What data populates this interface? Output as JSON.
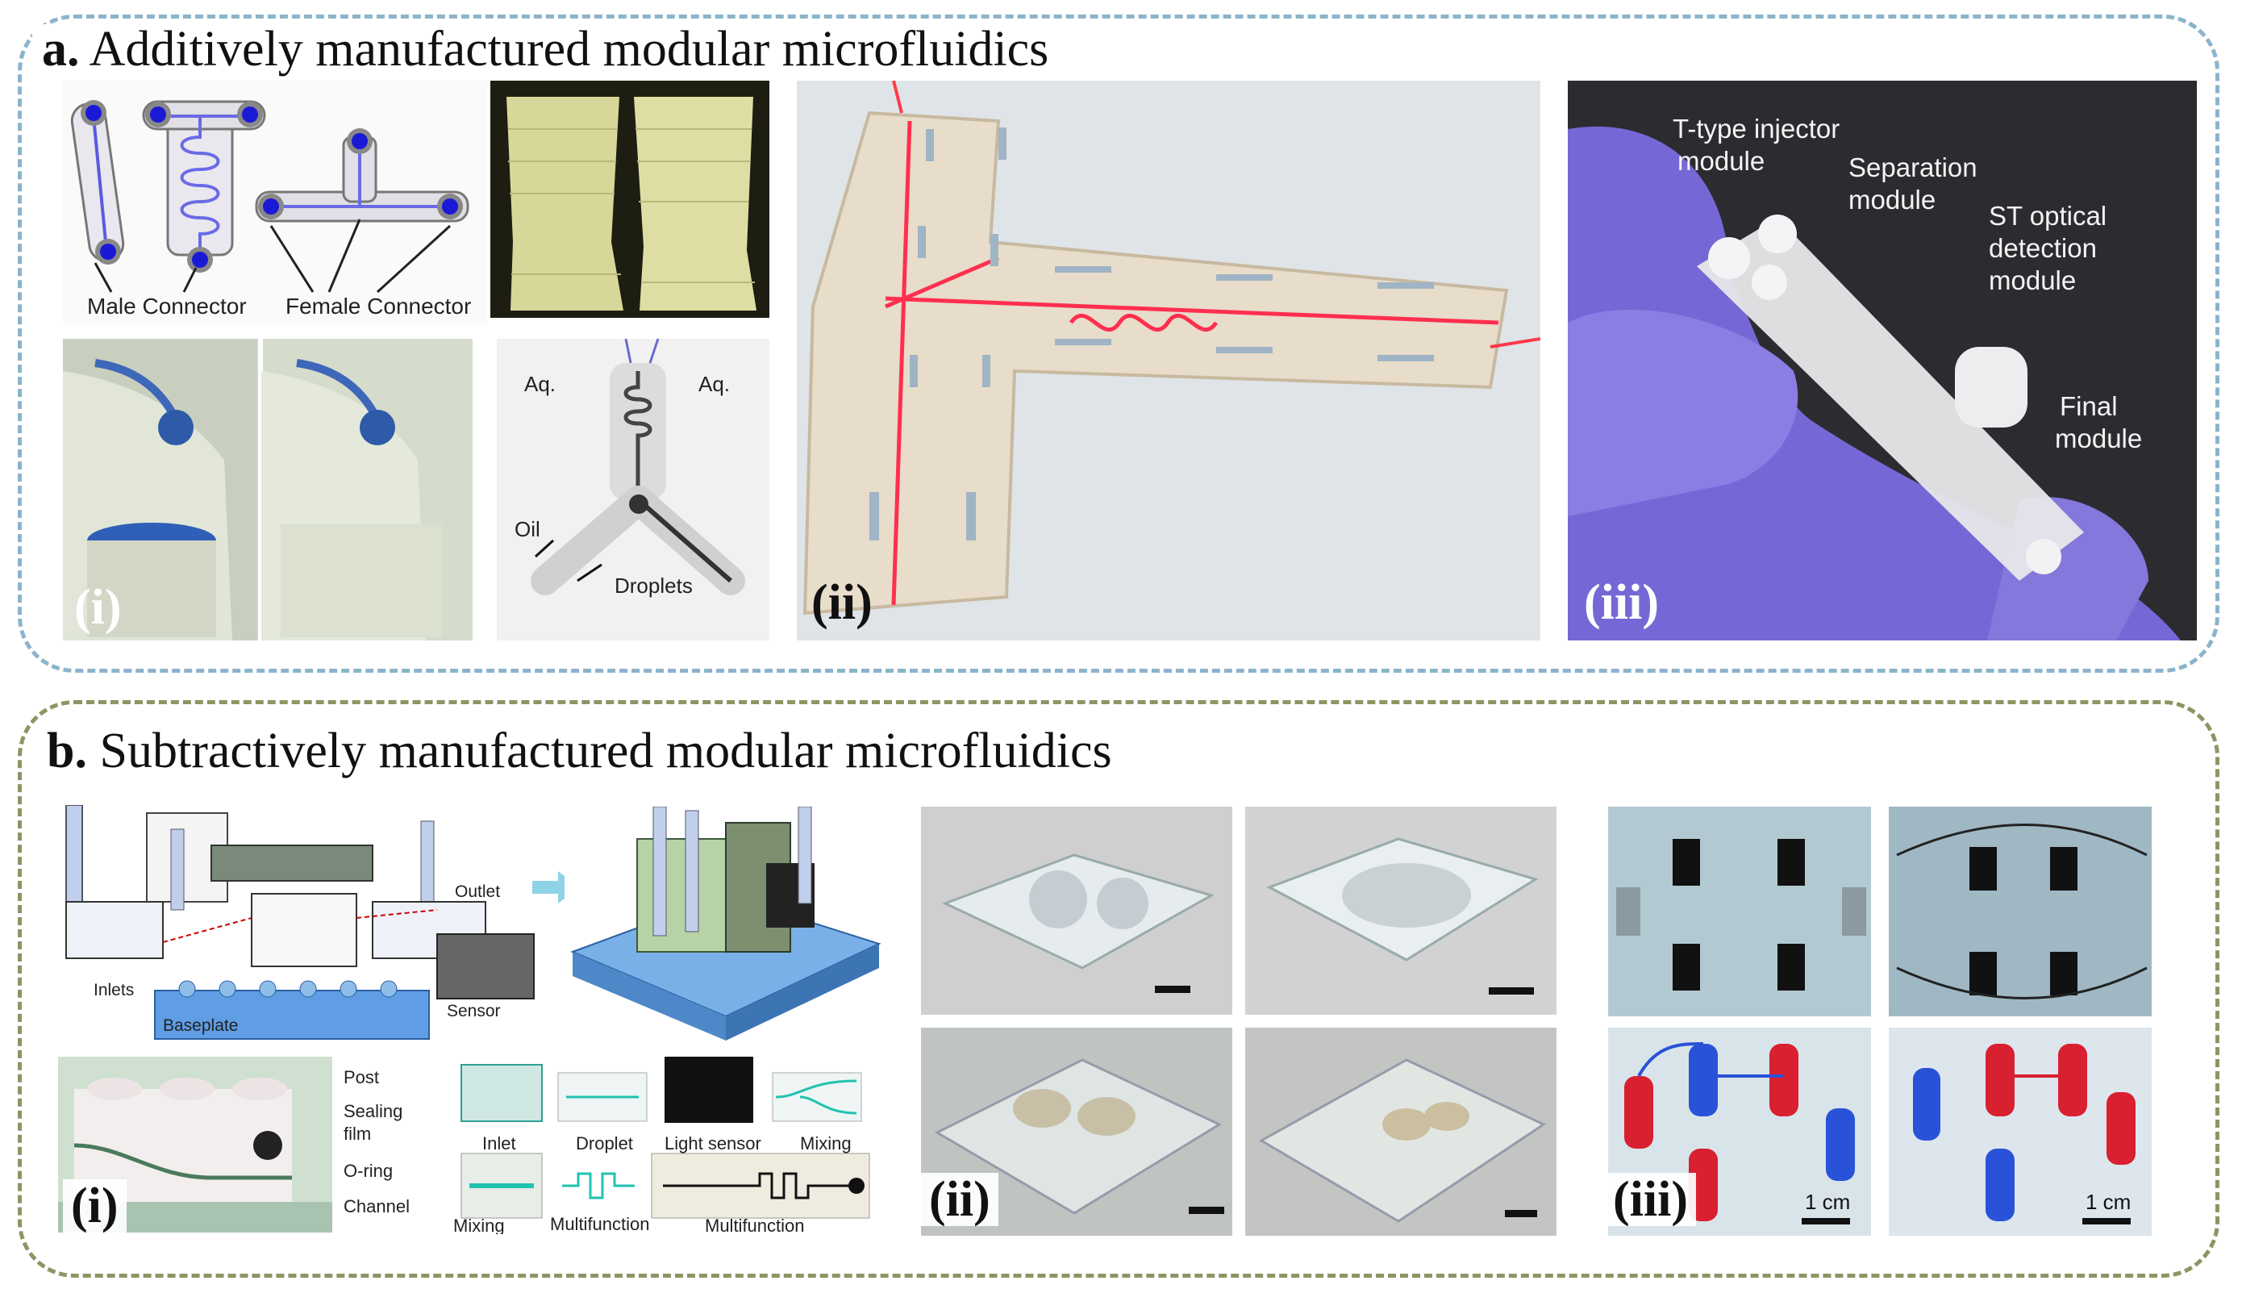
{
  "panel_a": {
    "letter": "a.",
    "title": "Additively manufactured modular microfluidics",
    "sub_i": {
      "label": "(i)",
      "male_connector": "Male Connector",
      "female_connector": "Female Connector",
      "aq_left": "Aq.",
      "aq_right": "Aq.",
      "oil": "Oil",
      "droplets": "Droplets"
    },
    "sub_ii": {
      "label": "(ii)"
    },
    "sub_iii": {
      "label": "(iii)",
      "t_type_injector": "T-type injector",
      "t_type_module": "module",
      "separation": "Separation",
      "separation_module": "module",
      "st_optical": "ST optical",
      "detection": "detection",
      "st_module": "module",
      "final": "Final",
      "final_module": "module"
    }
  },
  "panel_b": {
    "letter": "b.",
    "title": "Subtractively manufactured modular microfluidics",
    "sub_i": {
      "label": "(i)",
      "outlet": "Outlet",
      "inlets": "Inlets",
      "baseplate": "Baseplate",
      "sensor": "Sensor",
      "post": "Post",
      "sealing": "Sealing",
      "film": "film",
      "o_ring": "O-ring",
      "channel": "Channel",
      "inlet": "Inlet",
      "droplet": "Droplet",
      "light_sensor": "Light sensor",
      "mixing_top": "Mixing",
      "mixing_bottom": "Mixing",
      "multifunction_1": "Multifunction",
      "multifunction_2": "Multifunction"
    },
    "sub_ii": {
      "label": "(ii)"
    },
    "sub_iii": {
      "label": "(iii)",
      "scale_left": "1 cm",
      "scale_right": "1 cm"
    }
  }
}
